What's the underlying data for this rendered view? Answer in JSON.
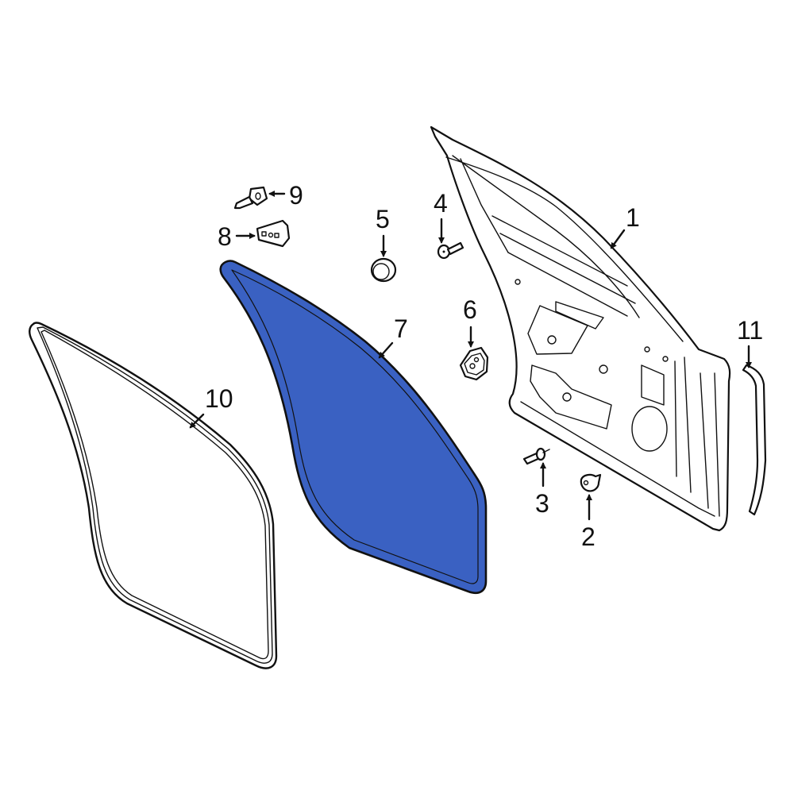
{
  "diagram": {
    "type": "exploded-parts-view",
    "subject": "Front door shell and weatherstrip components",
    "highlight_color": "#3a61c2",
    "line_color": "#111111",
    "background": "#ffffff"
  },
  "callouts": [
    {
      "id": "1",
      "label": "1",
      "part": "door-shell"
    },
    {
      "id": "2",
      "label": "2",
      "part": "plug"
    },
    {
      "id": "3",
      "label": "3",
      "part": "stud-pin"
    },
    {
      "id": "4",
      "label": "4",
      "part": "bolt"
    },
    {
      "id": "5",
      "label": "5",
      "part": "cap-plug"
    },
    {
      "id": "6",
      "label": "6",
      "part": "grommet"
    },
    {
      "id": "7",
      "label": "7",
      "part": "water-shield (highlighted)"
    },
    {
      "id": "8",
      "label": "8",
      "part": "clip-bracket"
    },
    {
      "id": "9",
      "label": "9",
      "part": "screw"
    },
    {
      "id": "10",
      "label": "10",
      "part": "weatherstrip-seal"
    },
    {
      "id": "11",
      "label": "11",
      "part": "trim-strip"
    }
  ]
}
